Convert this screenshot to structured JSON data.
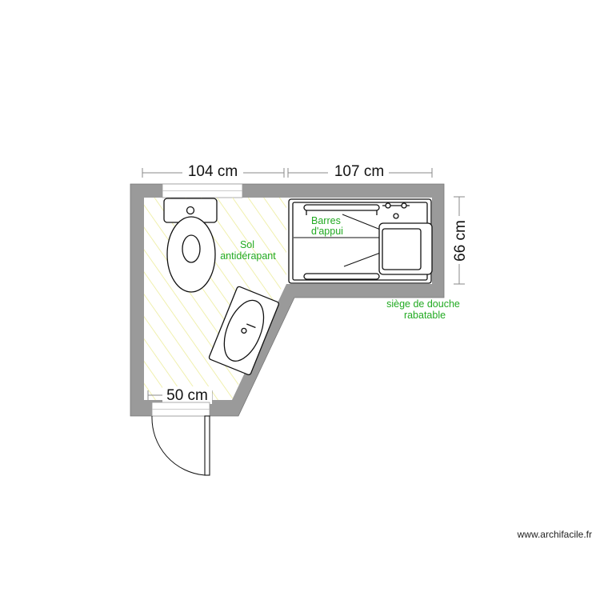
{
  "dimensions": {
    "top_left_width": "104 cm",
    "top_right_width": "107 cm",
    "right_depth": "66 cm",
    "door_width": "50 cm"
  },
  "annotations": {
    "floor_line1": "Sol",
    "floor_line2": "antidérapant",
    "bars_line1": "Barres",
    "bars_line2": "d'appui",
    "seat_line1": "siège de douche",
    "seat_line2": "rabatable"
  },
  "footer": {
    "credit": "www.archifacile.fr"
  },
  "colors": {
    "wall": "#9a9a9a",
    "annotation": "#22aa22",
    "hatch": "#efef9c",
    "dimension_line": "#888888"
  }
}
